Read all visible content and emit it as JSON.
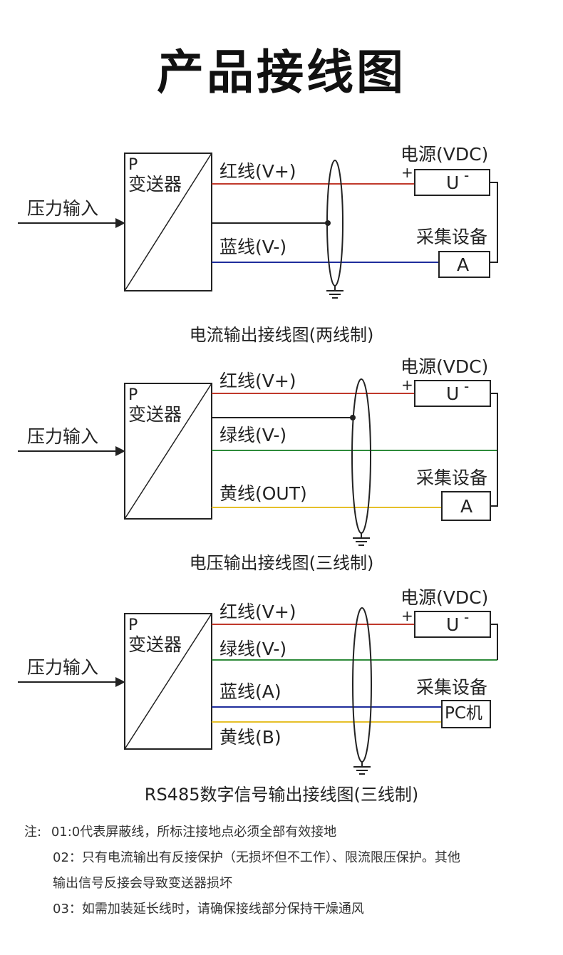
{
  "title": "产品接线图",
  "colors": {
    "red": "#c0392b",
    "blue": "#1f2d9c",
    "green": "#2e8b3a",
    "yellow": "#e6c02a",
    "black": "#222222"
  },
  "diagrams": [
    {
      "input_label": "压力输入",
      "transmitter": {
        "line1": "P",
        "line2": "变送器"
      },
      "wires": [
        {
          "label": "红线(V+)",
          "color": "red"
        },
        {
          "label": "蓝线(V-)",
          "color": "blue"
        }
      ],
      "power_label": "电源(VDC)",
      "plus": "+",
      "power_box": "U",
      "minus": "-",
      "device_label": "采集设备",
      "device_box": "A",
      "caption": "电流输出接线图(两线制)"
    },
    {
      "input_label": "压力输入",
      "transmitter": {
        "line1": "P",
        "line2": "变送器"
      },
      "wires": [
        {
          "label": "红线(V+)",
          "color": "red"
        },
        {
          "label": "绿线(V-)",
          "color": "green"
        },
        {
          "label": "黄线(OUT)",
          "color": "yellow"
        }
      ],
      "power_label": "电源(VDC)",
      "plus": "+",
      "power_box": "U",
      "minus": "-",
      "device_label": "采集设备",
      "device_box": "A",
      "caption": "电压输出接线图(三线制)"
    },
    {
      "input_label": "压力输入",
      "transmitter": {
        "line1": "P",
        "line2": "变送器"
      },
      "wires": [
        {
          "label": "红线(V+)",
          "color": "red"
        },
        {
          "label": "绿线(V-)",
          "color": "green"
        },
        {
          "label": "蓝线(A)",
          "color": "blue"
        },
        {
          "label": "黄线(B)",
          "color": "yellow"
        }
      ],
      "power_label": "电源(VDC)",
      "plus": "+",
      "power_box": "U",
      "minus": "-",
      "device_label": "采集设备",
      "device_box": "PC机",
      "caption": "RS485数字信号输出接线图(三线制)"
    }
  ],
  "notes": {
    "prefix": "注:",
    "n1": "01:0代表屏蔽线，所标注接地点必须全部有效接地",
    "n2a": "02：只有电流输出有反接保护（无损坏但不工作）、限流限压保护。其他",
    "n2b": "输出信号反接会导致变送器损坏",
    "n3": "03：如需加装延长线时，请确保接线部分保持干燥通风"
  }
}
